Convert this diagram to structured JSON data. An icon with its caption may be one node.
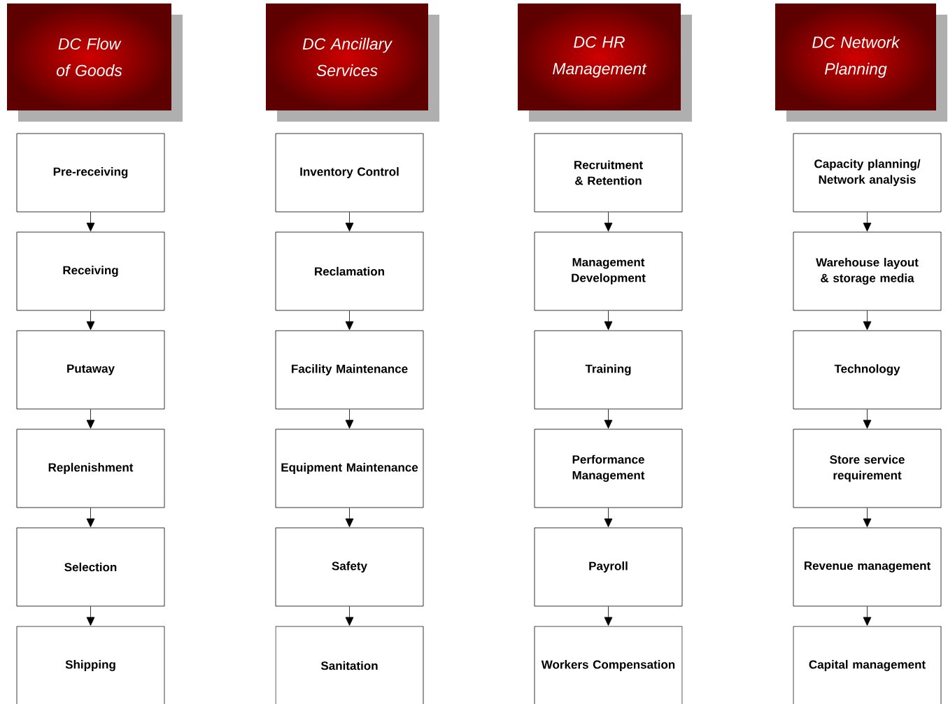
{
  "diagram": {
    "nodes": [
      {
        "text": [
          "DC Flow of Goods"
        ]
      },
      {
        "text": [
          "DC Ancillary Services"
        ]
      },
      {
        "text": [
          "DC HR Management"
        ]
      },
      {
        "text": [
          "DC Network Planning"
        ]
      },
      {
        "text": [
          "Pre-receiving"
        ]
      },
      {
        "text": [
          "Receiving"
        ]
      },
      {
        "text": [
          "Putaway"
        ]
      },
      {
        "text": [
          "Replenishment"
        ]
      },
      {
        "text": [
          "Selection"
        ]
      },
      {
        "text": [
          "Shipping"
        ]
      },
      {
        "text": [
          "Inventory Control"
        ]
      },
      {
        "text": [
          "Reclamation"
        ]
      },
      {
        "text": [
          "Facility Maintenance"
        ]
      },
      {
        "text": [
          "Equipment Maintenance"
        ]
      },
      {
        "text": [
          "Safety"
        ]
      },
      {
        "text": [
          "Sanitation"
        ]
      },
      {
        "text": [
          "Recruitment & Retention"
        ]
      },
      {
        "text": [
          "Management Development"
        ]
      },
      {
        "text": [
          "Training"
        ]
      },
      {
        "text": [
          "Performance Management"
        ]
      },
      {
        "text": [
          "Payroll"
        ]
      },
      {
        "text": [
          "Workers Compensation"
        ]
      },
      {
        "text": [
          "Capacity planning/ Network analysis"
        ]
      },
      {
        "text": [
          "Warehouse layout & storage media"
        ]
      },
      {
        "text": [
          "Technology"
        ]
      },
      {
        "text": [
          "Store service requirement"
        ]
      },
      {
        "text": [
          "Revenue management"
        ]
      },
      {
        "text": [
          "Capital management"
        ]
      }
    ],
    "edges": [
      {
        "from": 4,
        "to": 5,
        "arrow": "to"
      },
      {
        "from": 5,
        "to": 6,
        "arrow": "to"
      },
      {
        "from": 6,
        "to": 7,
        "arrow": "to"
      },
      {
        "from": 7,
        "to": 8,
        "arrow": "to"
      },
      {
        "from": 8,
        "to": 9,
        "arrow": "to"
      },
      {
        "from": 10,
        "to": 11,
        "arrow": "to"
      },
      {
        "from": 11,
        "to": 12,
        "arrow": "to"
      },
      {
        "from": 12,
        "to": 13,
        "arrow": "to"
      },
      {
        "from": 13,
        "to": 14,
        "arrow": "to"
      },
      {
        "from": 14,
        "to": 15,
        "arrow": "to"
      },
      {
        "from": 16,
        "to": 17,
        "arrow": "to"
      },
      {
        "from": 17,
        "to": 18,
        "arrow": "to"
      },
      {
        "from": 18,
        "to": 19,
        "arrow": "to"
      },
      {
        "from": 19,
        "to": 20,
        "arrow": "to"
      },
      {
        "from": 20,
        "to": 21,
        "arrow": "to"
      },
      {
        "from": 22,
        "to": 23,
        "arrow": "to"
      },
      {
        "from": 23,
        "to": 24,
        "arrow": "to"
      },
      {
        "from": 24,
        "to": 25,
        "arrow": "to"
      },
      {
        "from": 25,
        "to": 26,
        "arrow": "to"
      },
      {
        "from": 26,
        "to": 27,
        "arrow": "to"
      }
    ]
  }
}
